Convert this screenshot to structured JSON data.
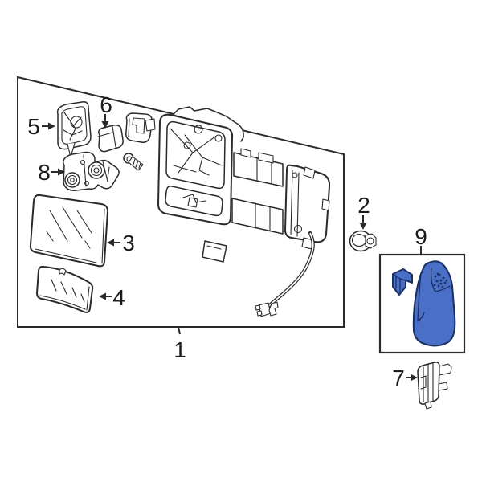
{
  "palette": {
    "background": "#ffffff",
    "line": "#2b2a29",
    "label": "#1c1c1c",
    "highlight_fill": "#4a6fc6",
    "highlight_stroke": "#1a2f62"
  },
  "callouts": {
    "part1": {
      "label": "1"
    },
    "part2": {
      "label": "2"
    },
    "part3": {
      "label": "3"
    },
    "part4": {
      "label": "4"
    },
    "part5": {
      "label": "5"
    },
    "part6": {
      "label": "6"
    },
    "part7": {
      "label": "7"
    },
    "part8": {
      "label": "8"
    },
    "part9": {
      "label": "9"
    }
  }
}
